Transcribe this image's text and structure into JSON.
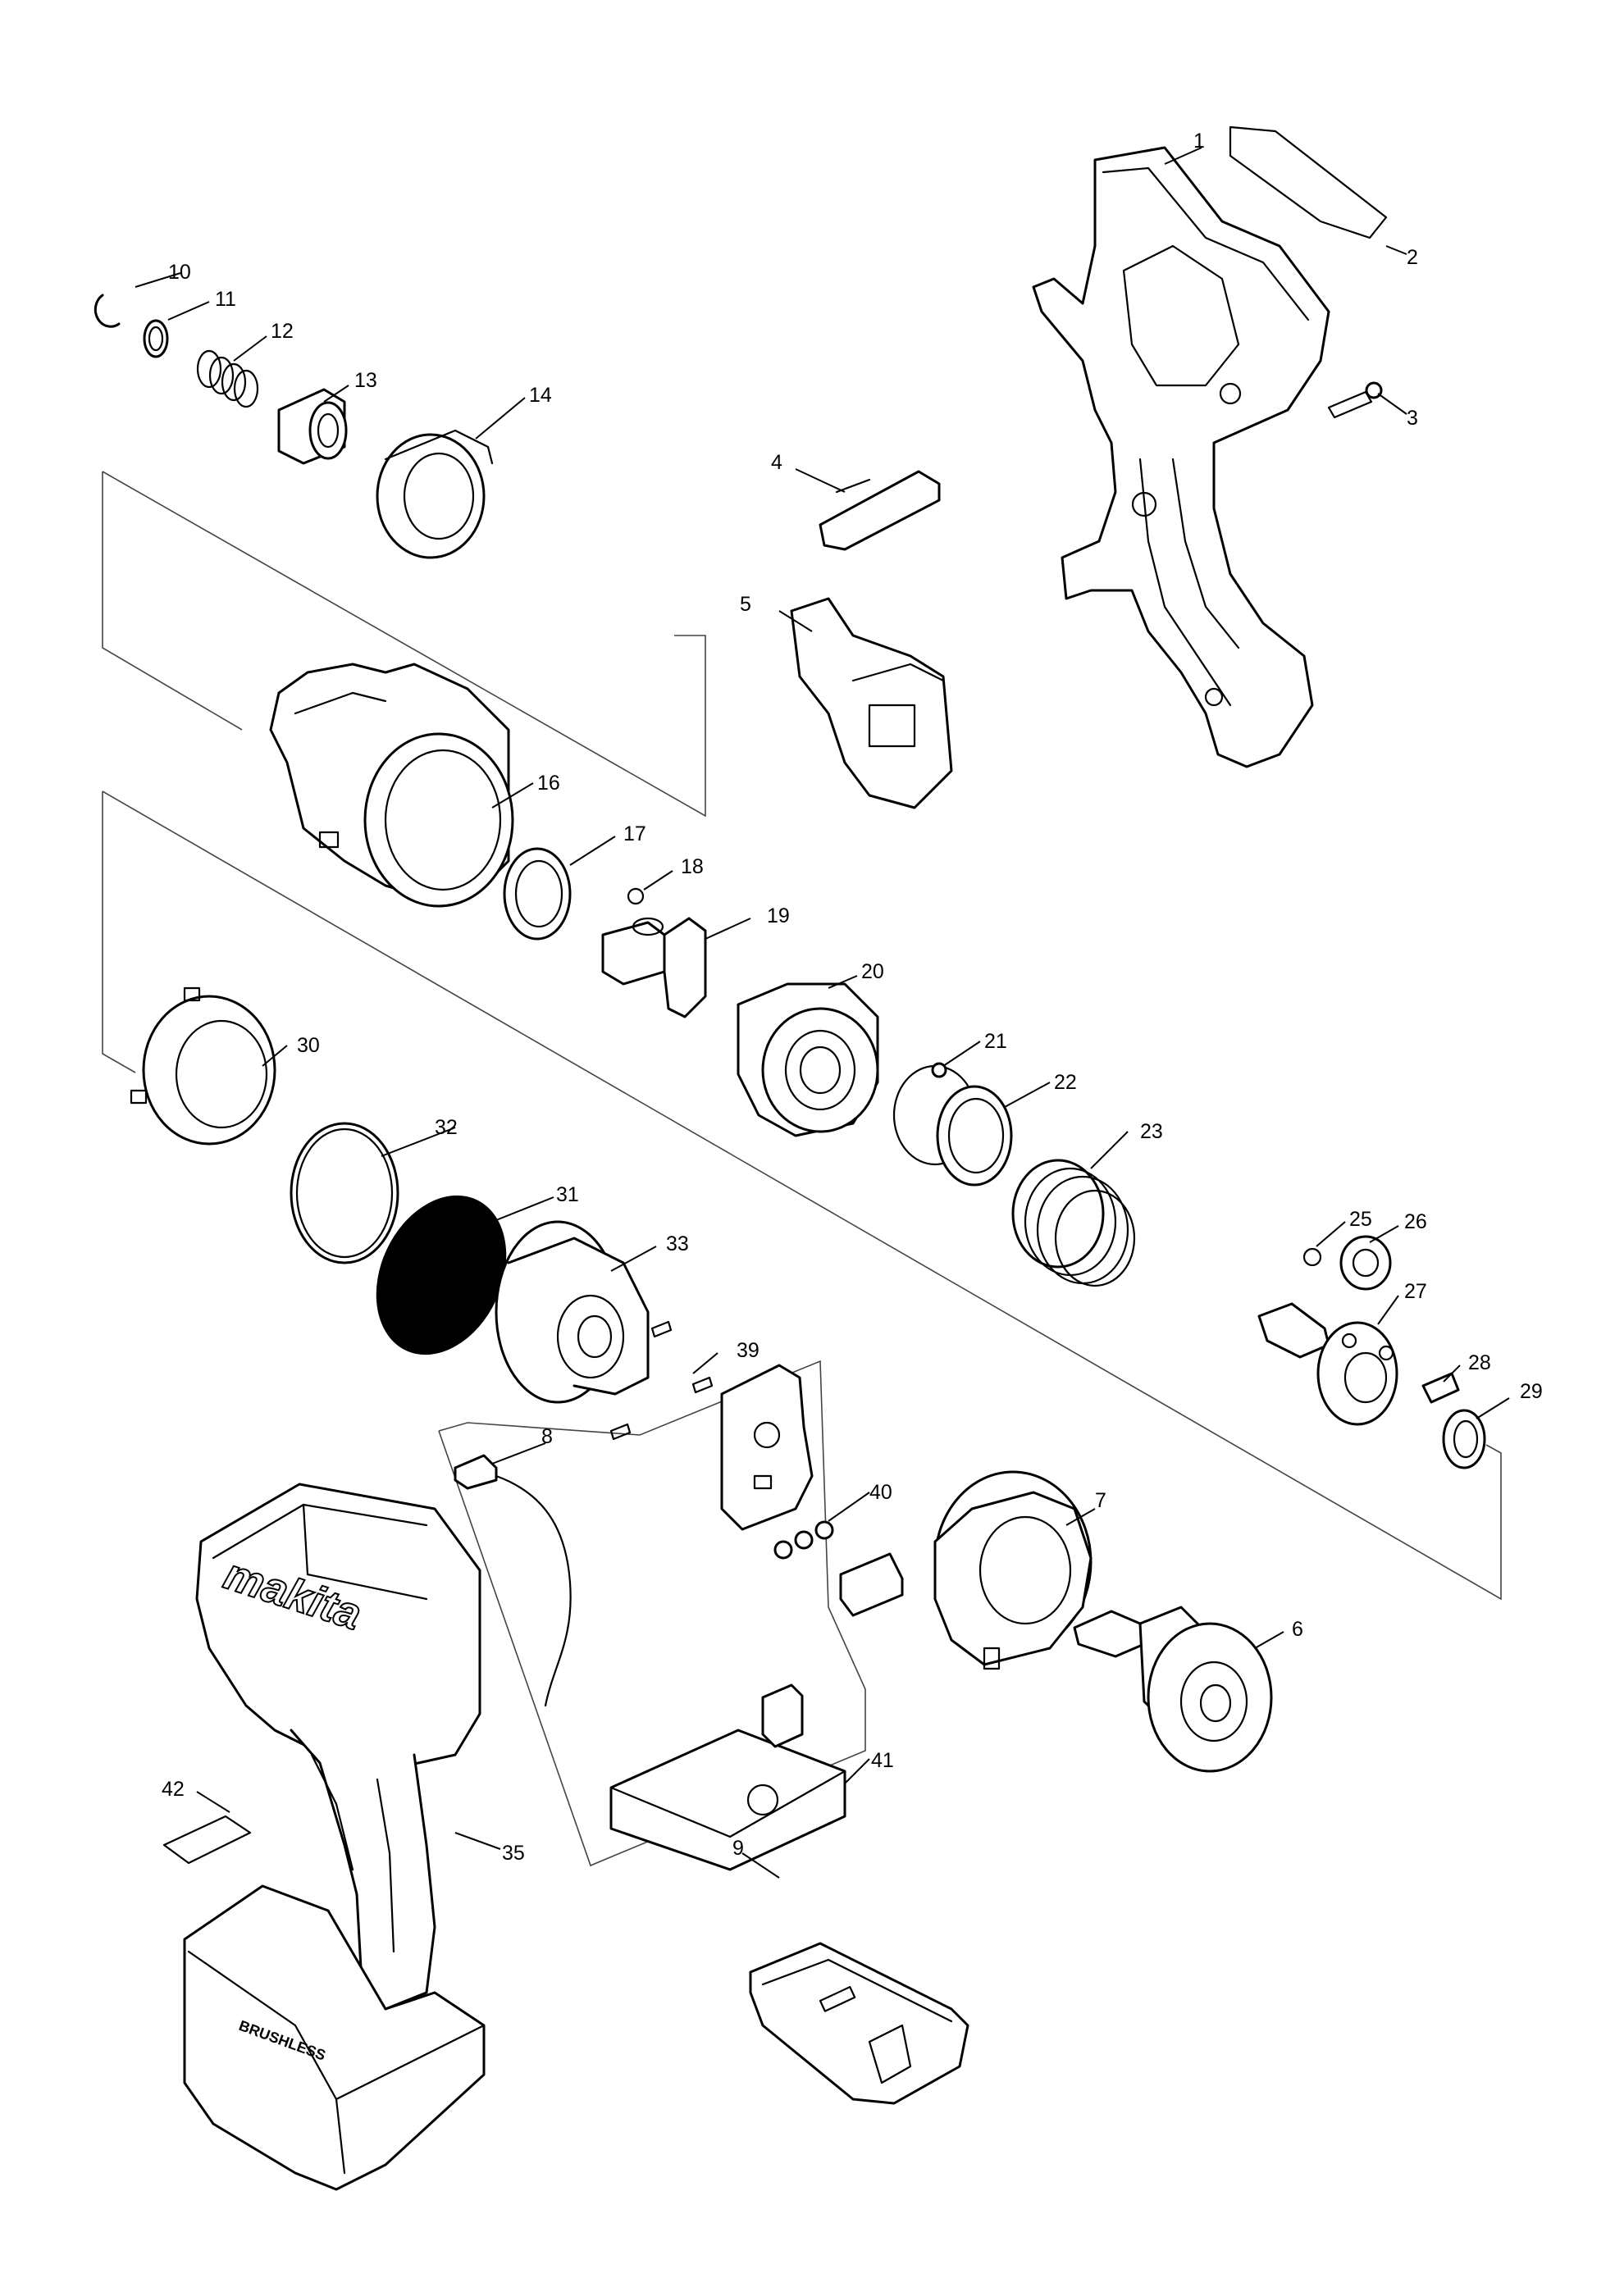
{
  "callouts": [
    "1",
    "2",
    "3",
    "4",
    "5",
    "6",
    "7",
    "8",
    "9",
    "10",
    "11",
    "12",
    "13",
    "14",
    "16",
    "17",
    "18",
    "19",
    "20",
    "21",
    "22",
    "23",
    "25",
    "26",
    "27",
    "28",
    "29",
    "30",
    "31",
    "32",
    "33",
    "35",
    "39",
    "40",
    "41",
    "42"
  ],
  "housing_logo": "makita",
  "battery_badge": "BRUSHLESS",
  "colors": {
    "line": "#000000",
    "background": "#ffffff",
    "group_line": "#444444"
  }
}
